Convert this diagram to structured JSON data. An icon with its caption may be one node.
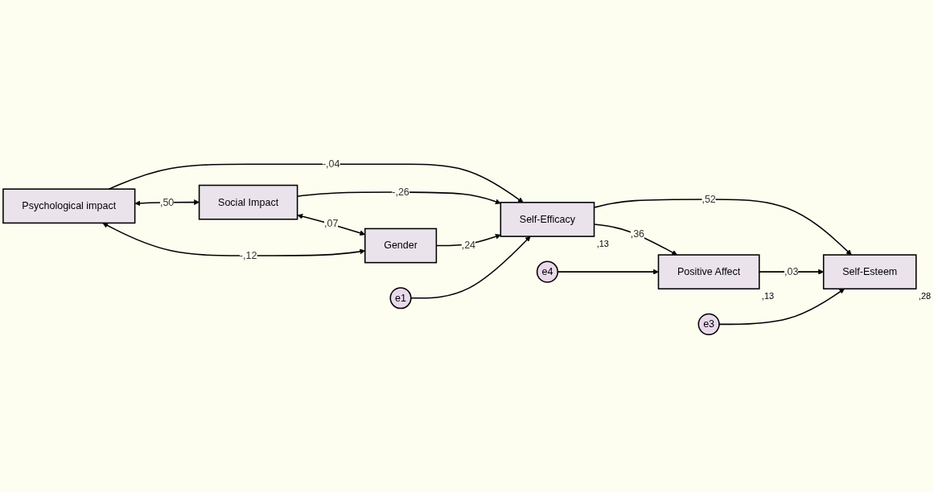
{
  "diagram": {
    "nodes": [
      {
        "text": [
          "Psychological impact"
        ]
      },
      {
        "text": [
          "Social Impact"
        ]
      },
      {
        "text": [
          "Gender"
        ]
      },
      {
        "text": [
          "e1"
        ]
      },
      {
        "text": [
          "Self-Efficacy"
        ],
        "beside": [
          ",13"
        ]
      },
      {
        "text": [
          "e4"
        ]
      },
      {
        "text": [
          "Positive Affect"
        ],
        "beside": [
          ",13"
        ]
      },
      {
        "text": [
          "Self-Esteem"
        ],
        "beside": [
          ",28"
        ]
      },
      {
        "text": [
          "e3"
        ]
      }
    ],
    "edges": [
      {
        "from": 0,
        "to": 4,
        "arrow": "to",
        "label": "-,04"
      },
      {
        "from": 1,
        "to": 4,
        "arrow": "to",
        "label": "-,26"
      },
      {
        "from": 2,
        "to": 4,
        "arrow": "to",
        "label": ",24"
      },
      {
        "from": 3,
        "to": 4,
        "arrow": "to"
      },
      {
        "from": 4,
        "to": 6,
        "arrow": "to",
        "label": ",36"
      },
      {
        "from": 4,
        "to": 7,
        "arrow": "to",
        "label": ",52"
      },
      {
        "from": 5,
        "to": 6,
        "arrow": "to"
      },
      {
        "from": 6,
        "to": 7,
        "arrow": "to",
        "label": ",03"
      },
      {
        "from": 8,
        "to": 7,
        "arrow": "to"
      },
      {
        "from": 0,
        "to": 1,
        "arrow": "both",
        "label": ",50"
      },
      {
        "from": 1,
        "to": 2,
        "arrow": "both",
        "label": ",07"
      },
      {
        "from": 0,
        "to": 2,
        "arrow": "both",
        "label": "-,12"
      }
    ]
  }
}
